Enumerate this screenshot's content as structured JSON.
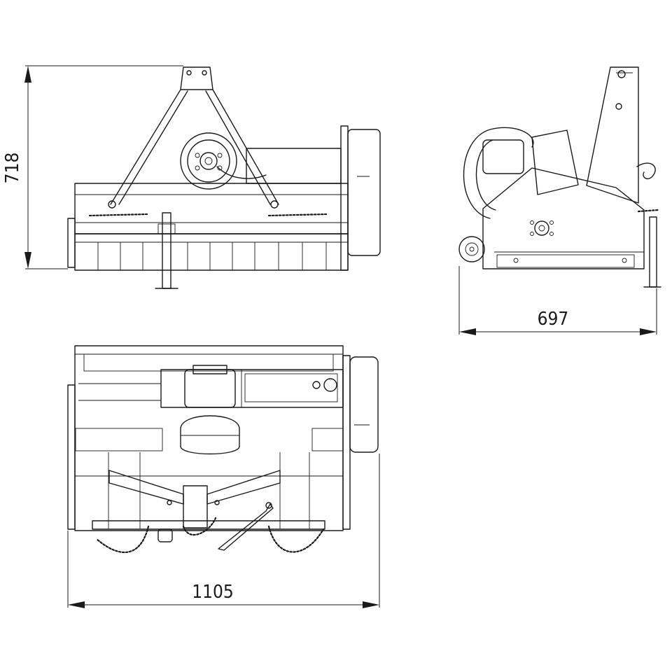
{
  "dimensions": {
    "height": "718",
    "depth": "697",
    "width": "1105"
  },
  "colors": {
    "line": "#1a1a1a",
    "background": "#ffffff"
  }
}
